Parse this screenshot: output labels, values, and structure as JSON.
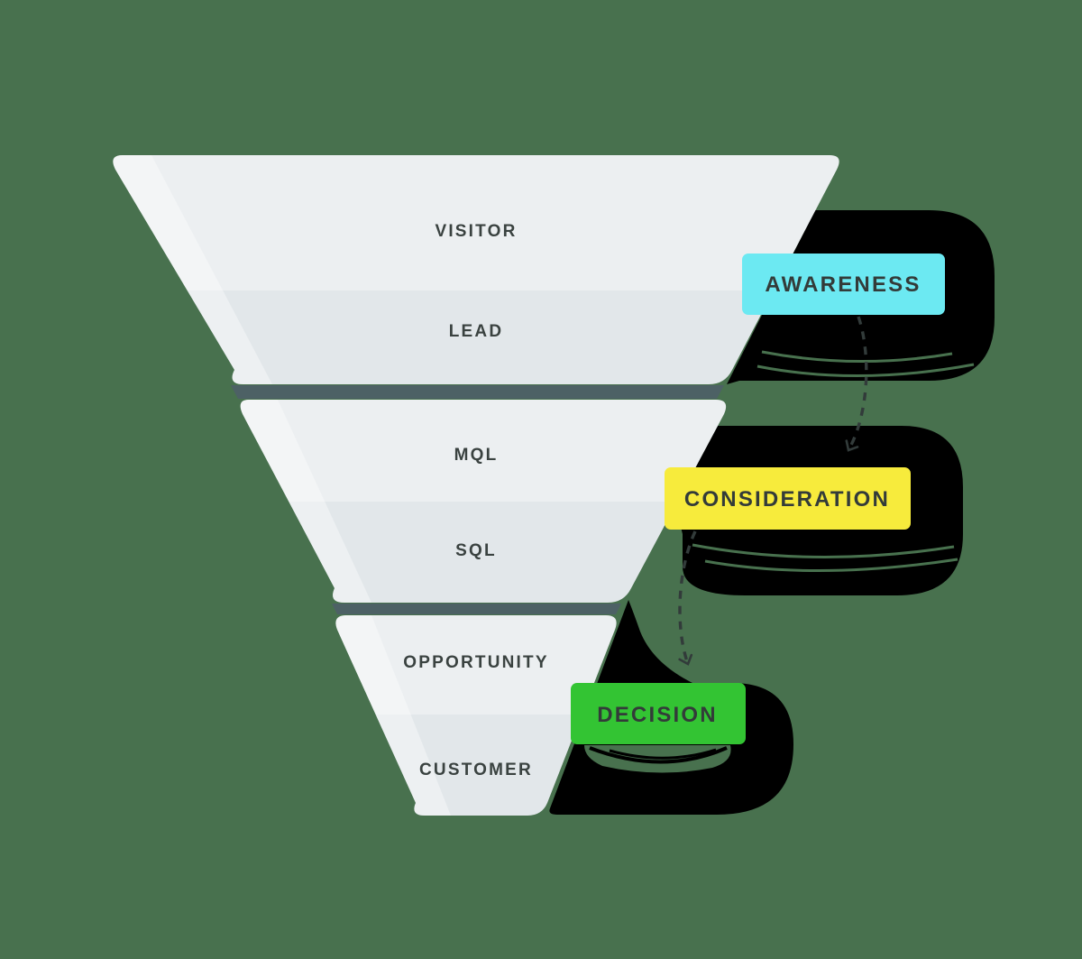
{
  "diagram": {
    "title_semantic": "marketing-sales-funnel",
    "background_color": "#48714E",
    "shadow_color": "#000000"
  },
  "funnel": {
    "label_color": "#3A4240",
    "tier_fill_top": "#ECEFF1",
    "tier_fill_bottom": "#E2E7EA",
    "separator_color": "#4D6165",
    "stages": [
      {
        "label": "VISITOR"
      },
      {
        "label": "LEAD"
      },
      {
        "label": "MQL"
      },
      {
        "label": "SQL"
      },
      {
        "label": "OPPORTUNITY"
      },
      {
        "label": "CUSTOMER"
      }
    ]
  },
  "badges": [
    {
      "label": "AWARENESS",
      "color": "#6CE9F2"
    },
    {
      "label": "CONSIDERATION",
      "color": "#F7EB3C"
    },
    {
      "label": "DECISION",
      "color": "#33C433"
    }
  ],
  "badge_text_color": "#333B39",
  "connector": {
    "style": "dashed",
    "color": "#323B3A"
  }
}
